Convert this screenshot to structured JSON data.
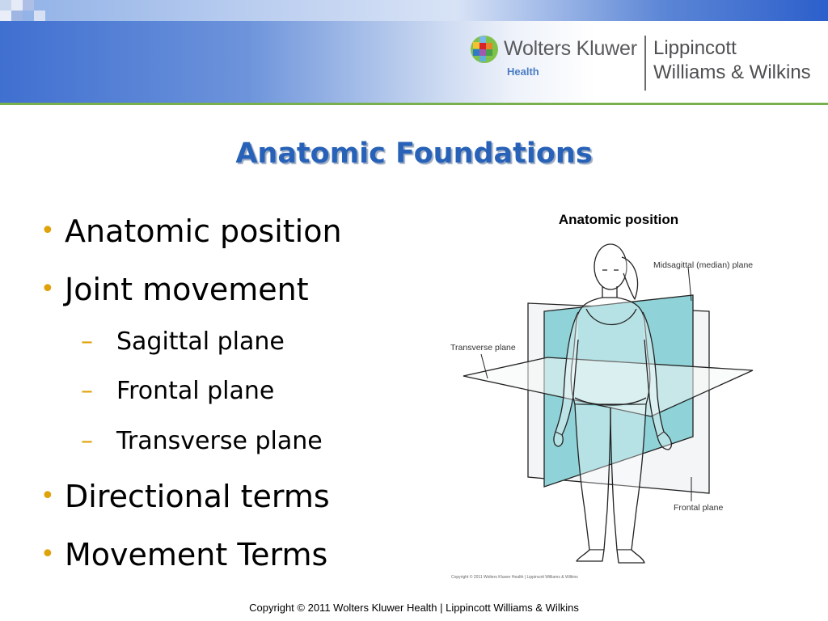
{
  "header": {
    "logo_wolters_kluwer": "Wolters Kluwer",
    "logo_health": "Health",
    "logo_lippincott": "Lippincott",
    "logo_williams_wilkins": "Williams & Wilkins"
  },
  "slide": {
    "title": "Anatomic Foundations",
    "bullets": [
      {
        "text": "Anatomic position"
      },
      {
        "text": "Joint movement",
        "subitems": [
          "Sagittal plane",
          "Frontal plane",
          "Transverse plane"
        ]
      },
      {
        "text": "Directional terms"
      },
      {
        "text": "Movement Terms"
      }
    ]
  },
  "figure": {
    "caption": "Anatomic position",
    "labels": {
      "midsagittal": "Midsagittal (median) plane",
      "transverse": "Transverse plane",
      "frontal": "Frontal plane"
    },
    "copyright": "Copyright © 2011 Wolters Kluwer Health | Lippincott Williams & Wilkins",
    "colors": {
      "plane_fill": "#8fd3d8",
      "outline": "#222222"
    }
  },
  "footer": {
    "copyright": "Copyright © 2011 Wolters Kluwer Health | Lippincott Williams & Wilkins"
  },
  "theme": {
    "title_color": "#2762b8",
    "bullet_color": "#e0a20a",
    "banner_blue": "#3f6fd0",
    "rule_green": "#77b04d"
  }
}
